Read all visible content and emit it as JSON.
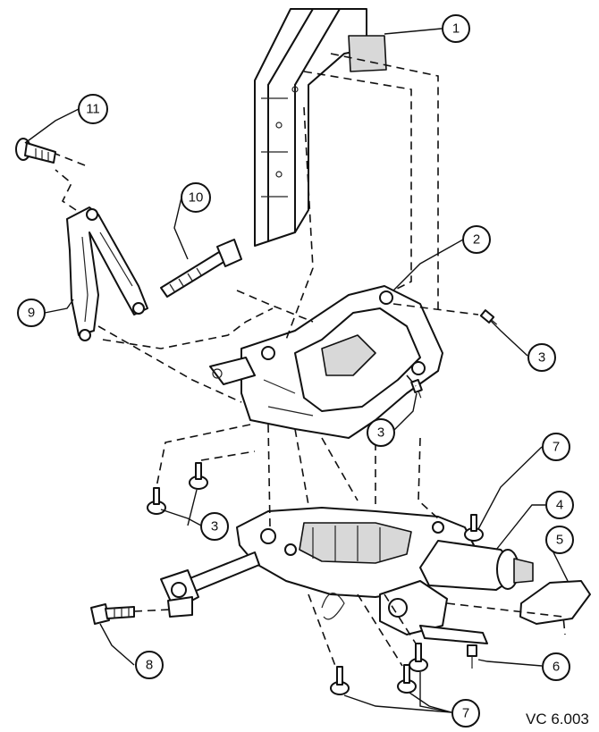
{
  "reference_code": "VC 6.003",
  "callouts": [
    {
      "id": "c1",
      "label": "1"
    },
    {
      "id": "c2",
      "label": "2"
    },
    {
      "id": "c3a",
      "label": "3"
    },
    {
      "id": "c3b",
      "label": "3"
    },
    {
      "id": "c3c",
      "label": "3"
    },
    {
      "id": "c4",
      "label": "4"
    },
    {
      "id": "c5",
      "label": "5"
    },
    {
      "id": "c6",
      "label": "6"
    },
    {
      "id": "c7a",
      "label": "7"
    },
    {
      "id": "c7b",
      "label": "7"
    },
    {
      "id": "c8",
      "label": "8"
    },
    {
      "id": "c9",
      "label": "9"
    },
    {
      "id": "c10",
      "label": "10"
    },
    {
      "id": "c11",
      "label": "11"
    }
  ]
}
